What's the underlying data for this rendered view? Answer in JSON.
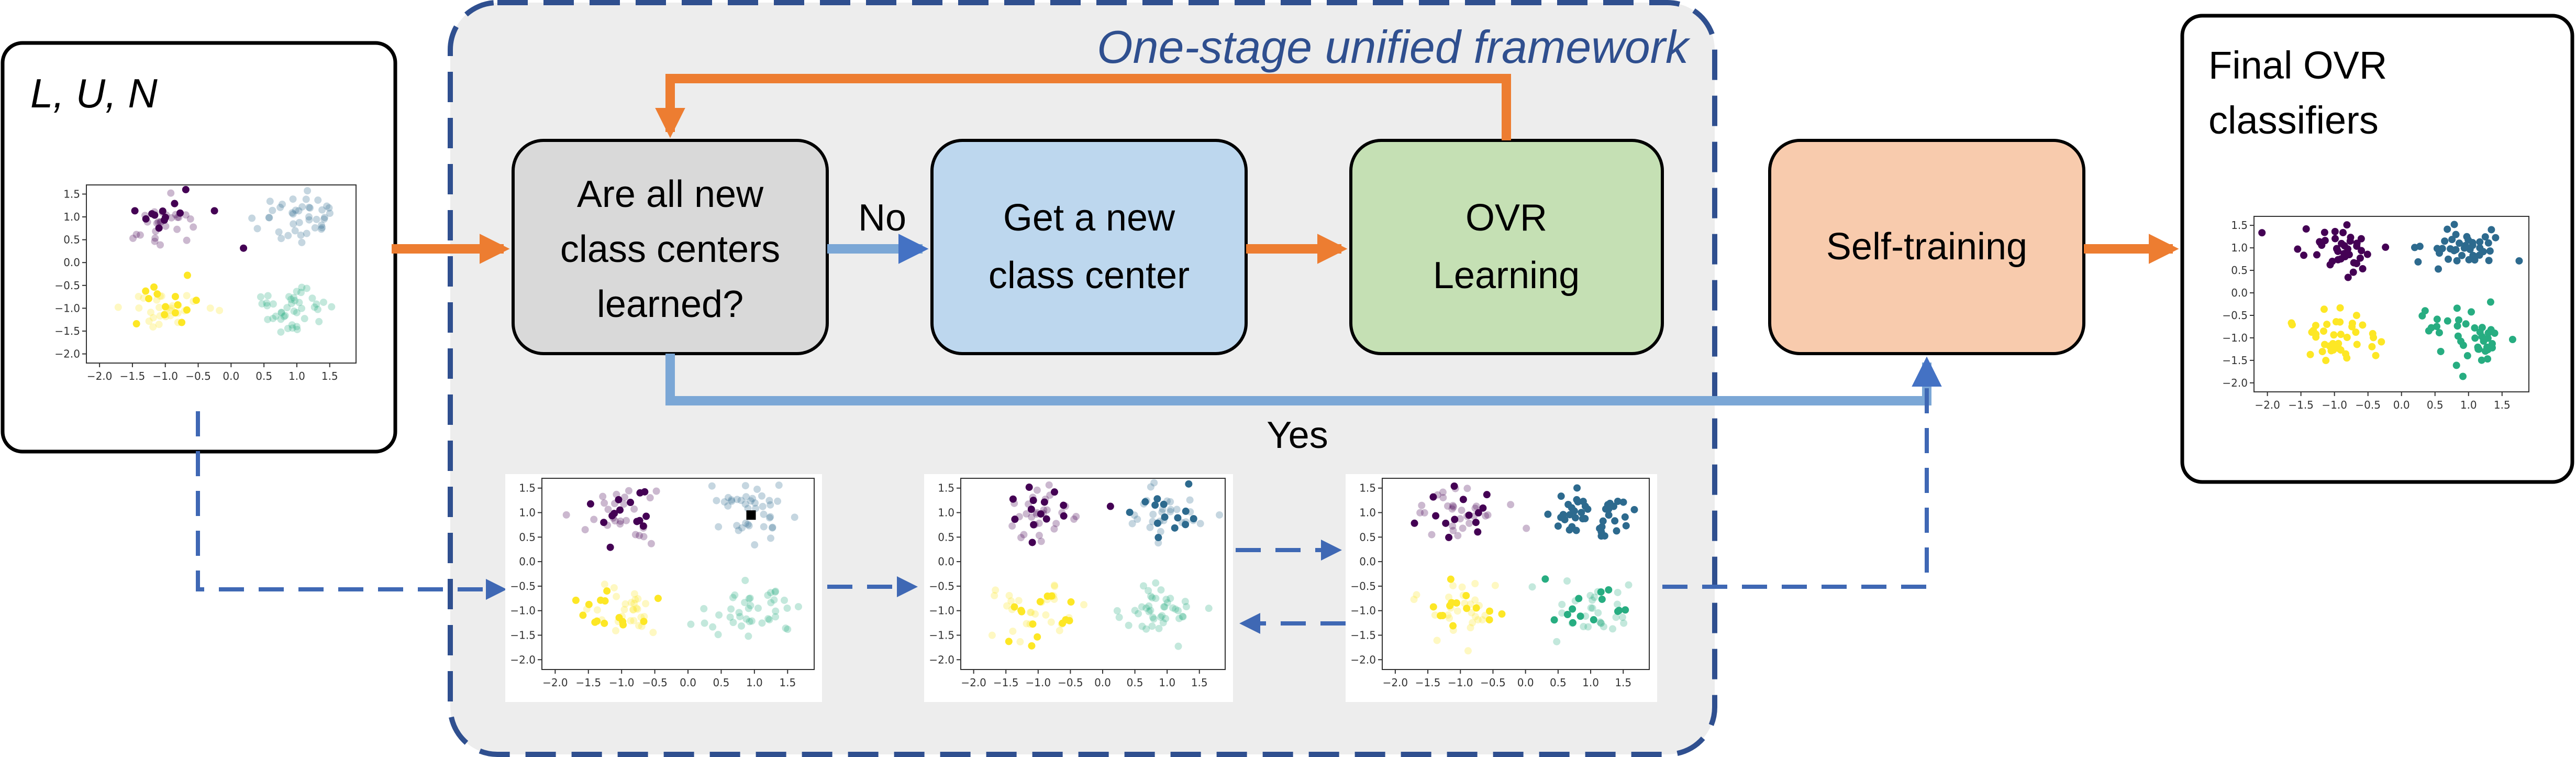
{
  "diagram": {
    "framework_title": "One-stage unified framework",
    "input_label": "L, U, N",
    "output_label_line1": "Final OVR",
    "output_label_line2": "classifiers",
    "nodes": {
      "decision": [
        "Are all new",
        "class centers",
        "learned?"
      ],
      "get_center": [
        "Get a new",
        "class center"
      ],
      "ovr": [
        "OVR",
        "Learning"
      ],
      "self_training": [
        "Self-training"
      ]
    },
    "edge_labels": {
      "no": "No",
      "yes": "Yes"
    },
    "colors": {
      "orange_arrow": "#ED7D31",
      "blue_arrow": "#7BA7D6",
      "dash_blue": "#3F68B4",
      "frame_blue": "#2F4F8F",
      "decision_fill": "#D9D9D9",
      "get_center_fill": "#BDD7EE",
      "ovr_fill": "#C5E0B4",
      "self_training_fill": "#F8CBAD",
      "panel_fill": "#EDEDED",
      "purple": "#440154",
      "blue": "#2D6A8E",
      "green": "#27AD81",
      "yellow": "#FDE725"
    }
  },
  "chart_data": [
    {
      "type": "scatter",
      "panel": "input",
      "xlim": [
        -2.2,
        1.9
      ],
      "ylim": [
        -2.2,
        1.7
      ],
      "xticks": [
        "−2.0",
        "−1.5",
        "−1.0",
        "−0.5",
        "0.0",
        "0.5",
        "1.0",
        "1.5"
      ],
      "yticks": [
        "1.5",
        "1.0",
        "0.5",
        "0.0",
        "−0.5",
        "−1.0",
        "−1.5",
        "−2.0"
      ],
      "clusters": [
        {
          "color": "purple",
          "state": "partial",
          "center": [
            -1.0,
            1.0
          ]
        },
        {
          "color": "blue",
          "state": "faded",
          "center": [
            1.0,
            1.0
          ]
        },
        {
          "color": "yellow",
          "state": "partial",
          "center": [
            -1.0,
            -1.0
          ]
        },
        {
          "color": "green",
          "state": "faded",
          "center": [
            1.0,
            -1.0
          ]
        }
      ]
    },
    {
      "type": "scatter",
      "panel": "step-1",
      "xlim": [
        -2.2,
        1.9
      ],
      "ylim": [
        -2.2,
        1.7
      ],
      "xticks": [
        "−2.0",
        "−1.5",
        "−1.0",
        "−0.5",
        "0.0",
        "0.5",
        "1.0",
        "1.5"
      ],
      "yticks": [
        "1.5",
        "1.0",
        "0.5",
        "0.0",
        "−0.5",
        "−1.0",
        "−1.5",
        "−2.0"
      ],
      "clusters": [
        {
          "color": "purple",
          "state": "partial",
          "center": [
            -1.0,
            1.0
          ]
        },
        {
          "color": "blue",
          "state": "faded",
          "center": [
            1.0,
            1.0
          ]
        },
        {
          "color": "yellow",
          "state": "partial",
          "center": [
            -1.0,
            -1.0
          ]
        },
        {
          "color": "green",
          "state": "faded",
          "center": [
            1.0,
            -1.0
          ]
        }
      ],
      "new_center": [
        0.95,
        0.95
      ]
    },
    {
      "type": "scatter",
      "panel": "step-2",
      "xlim": [
        -2.2,
        1.9
      ],
      "ylim": [
        -2.2,
        1.7
      ],
      "xticks": [
        "−2.0",
        "−1.5",
        "−1.0",
        "−0.5",
        "0.0",
        "0.5",
        "1.0",
        "1.5"
      ],
      "yticks": [
        "1.5",
        "1.0",
        "0.5",
        "0.0",
        "−0.5",
        "−1.0",
        "−1.5",
        "−2.0"
      ],
      "clusters": [
        {
          "color": "purple",
          "state": "partial",
          "center": [
            -1.0,
            1.0
          ]
        },
        {
          "color": "blue",
          "state": "partial",
          "center": [
            1.0,
            1.0
          ]
        },
        {
          "color": "yellow",
          "state": "partial",
          "center": [
            -1.0,
            -1.0
          ]
        },
        {
          "color": "green",
          "state": "faded",
          "center": [
            1.0,
            -1.0
          ]
        }
      ]
    },
    {
      "type": "scatter",
      "panel": "step-3",
      "xlim": [
        -2.2,
        1.9
      ],
      "ylim": [
        -2.2,
        1.7
      ],
      "xticks": [
        "−2.0",
        "−1.5",
        "−1.0",
        "−0.5",
        "0.0",
        "0.5",
        "1.0",
        "1.5"
      ],
      "yticks": [
        "1.5",
        "1.0",
        "0.5",
        "0.0",
        "−0.5",
        "−1.0",
        "−1.5",
        "−2.0"
      ],
      "clusters": [
        {
          "color": "purple",
          "state": "partial",
          "center": [
            -1.0,
            1.0
          ]
        },
        {
          "color": "blue",
          "state": "full",
          "center": [
            1.0,
            1.0
          ]
        },
        {
          "color": "yellow",
          "state": "partial",
          "center": [
            -1.0,
            -1.0
          ]
        },
        {
          "color": "green",
          "state": "partial",
          "center": [
            1.0,
            -1.0
          ]
        }
      ]
    },
    {
      "type": "scatter",
      "panel": "output",
      "xlim": [
        -2.2,
        1.9
      ],
      "ylim": [
        -2.2,
        1.7
      ],
      "xticks": [
        "−2.0",
        "−1.5",
        "−1.0",
        "−0.5",
        "0.0",
        "0.5",
        "1.0",
        "1.5"
      ],
      "yticks": [
        "1.5",
        "1.0",
        "0.5",
        "0.0",
        "−0.5",
        "−1.0",
        "−1.5",
        "−2.0"
      ],
      "clusters": [
        {
          "color": "purple",
          "state": "full",
          "center": [
            -1.0,
            1.0
          ]
        },
        {
          "color": "blue",
          "state": "full",
          "center": [
            1.0,
            1.0
          ]
        },
        {
          "color": "yellow",
          "state": "full",
          "center": [
            -1.0,
            -1.0
          ]
        },
        {
          "color": "green",
          "state": "full",
          "center": [
            1.0,
            -1.0
          ]
        }
      ]
    }
  ]
}
